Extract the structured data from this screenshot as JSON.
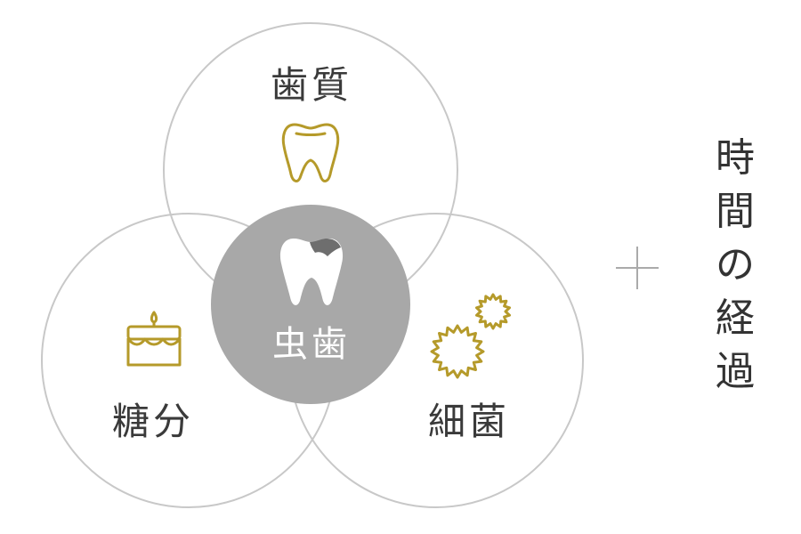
{
  "diagram": {
    "circles": {
      "top": {
        "label": "歯質",
        "icon": "tooth-icon"
      },
      "left": {
        "label": "糖分",
        "icon": "cake-icon"
      },
      "right": {
        "label": "細菌",
        "icon": "bacteria-icon"
      }
    },
    "center": {
      "label": "虫歯",
      "icon": "decayed-tooth-icon"
    },
    "plus_sign": "＋",
    "time_label": "時間の経過",
    "time_chars": [
      "時",
      "間",
      "の",
      "経",
      "過"
    ]
  },
  "colors": {
    "ring": "#c8c8c8",
    "center_fill": "#a8a8a8",
    "center_text": "#ffffff",
    "icon_gold": "#b59a2a",
    "text": "#3a3a3a",
    "plus": "#aaaaaa"
  }
}
